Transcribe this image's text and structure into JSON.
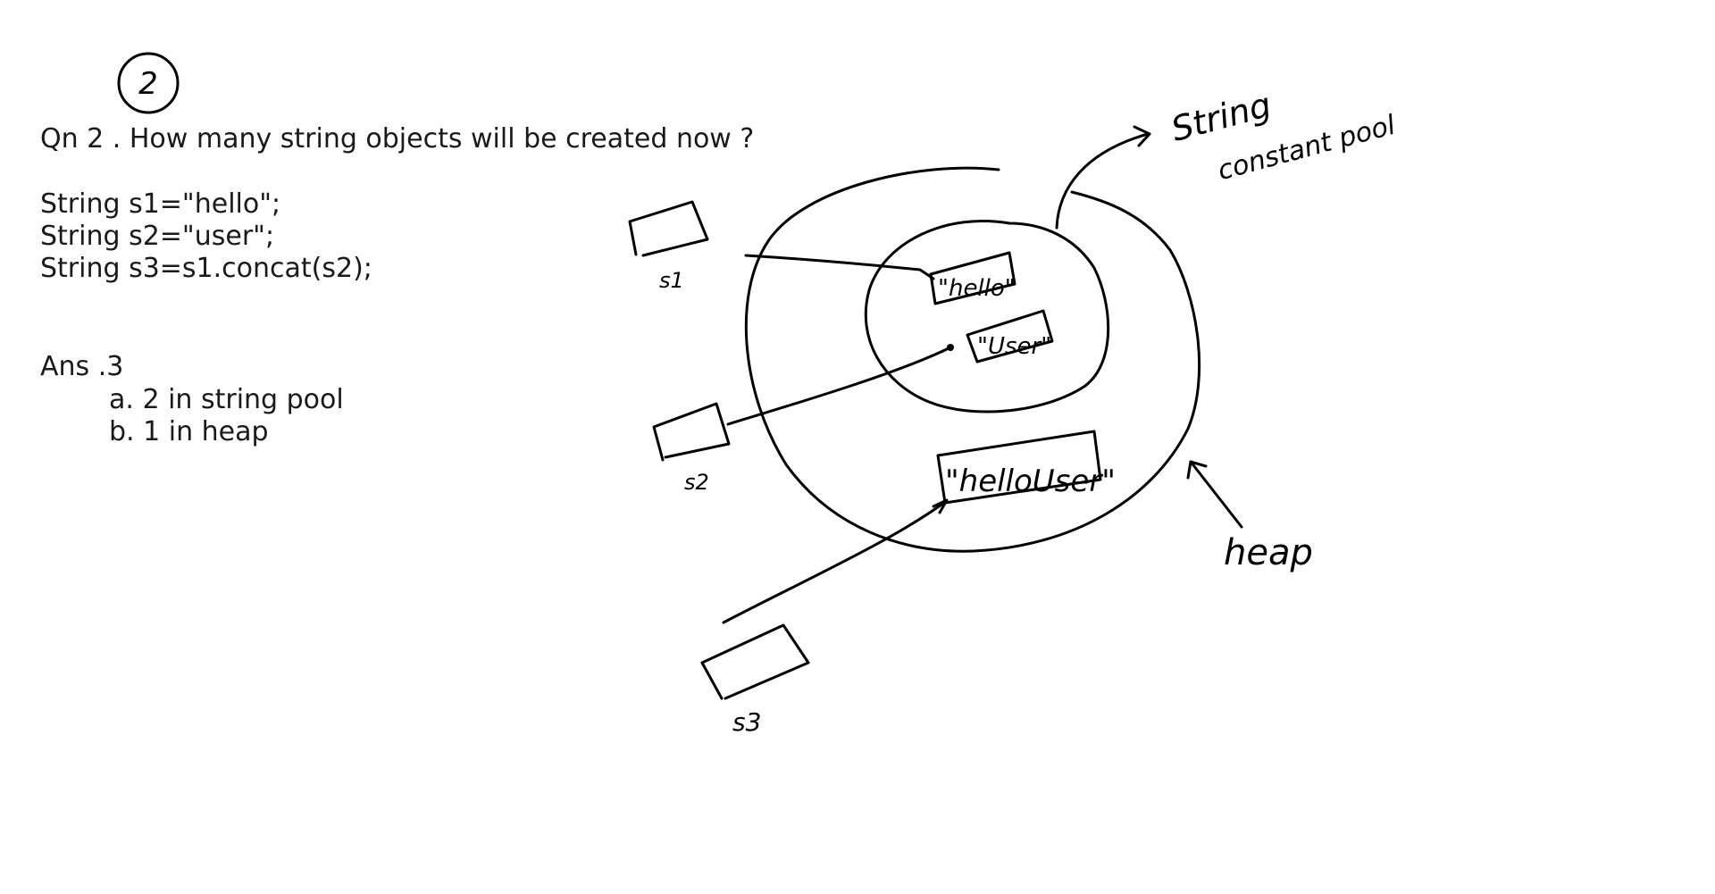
{
  "question_badge": "2",
  "question": "Qn 2 . How many string objects will be created now ?",
  "code_lines": [
    "String s1=\"hello\";",
    "String s2=\"user\";",
    "String s3=s1.concat(s2);"
  ],
  "answer": {
    "heading": "Ans .3",
    "items": [
      "a. 2 in string pool",
      "b. 1 in heap"
    ]
  },
  "diagram": {
    "pool_label_line1": "String",
    "pool_label_line2": "constant pool",
    "heap_label": "heap",
    "variables": [
      "s1",
      "s2",
      "s3"
    ],
    "objects": [
      "\"hello\"",
      "\"User\"",
      "\"helloUser\""
    ]
  }
}
